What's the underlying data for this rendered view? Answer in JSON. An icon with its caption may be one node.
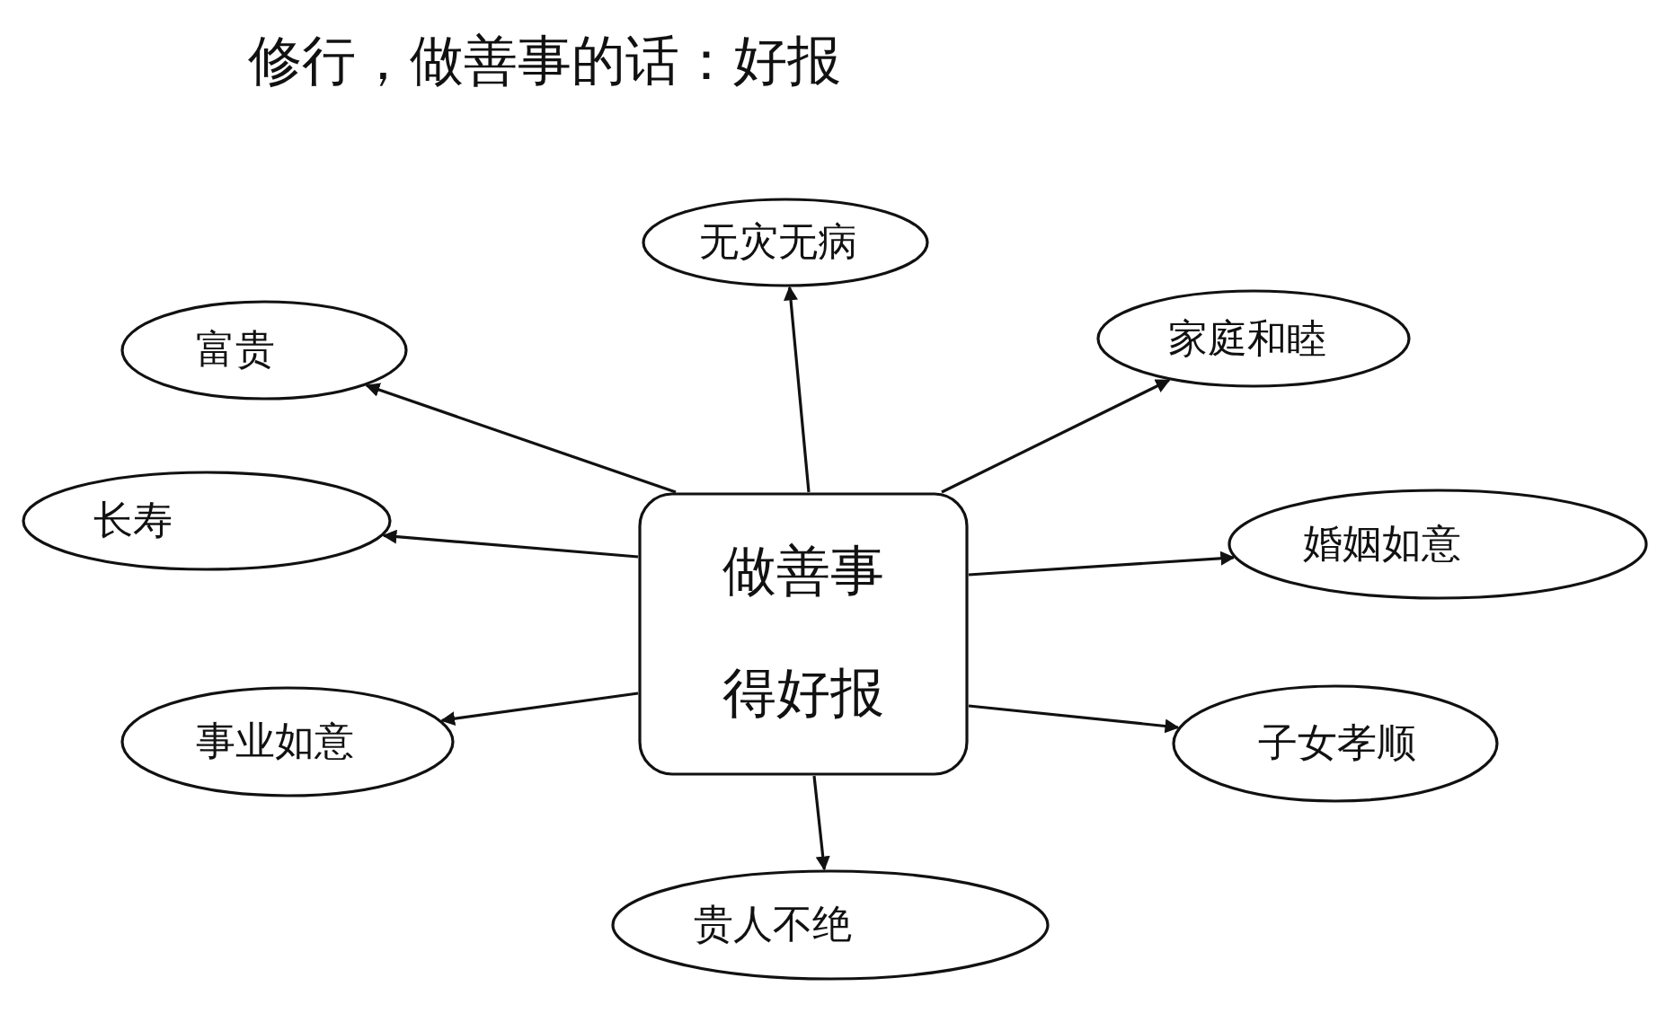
{
  "diagram": {
    "title": "修行，做善事的话：好报",
    "nodes": [
      {
        "text": [
          "做善事得好报"
        ]
      },
      {
        "text": [
          "无灾无病"
        ]
      },
      {
        "text": [
          "富贵"
        ]
      },
      {
        "text": [
          "家庭和睦"
        ]
      },
      {
        "text": [
          "长寿"
        ]
      },
      {
        "text": [
          "婚姻如意"
        ]
      },
      {
        "text": [
          "事业如意"
        ]
      },
      {
        "text": [
          "子女孝顺"
        ]
      },
      {
        "text": [
          "贵人不绝"
        ]
      }
    ],
    "edges": [
      {
        "from": 0,
        "to": 1,
        "arrow": "to"
      },
      {
        "from": 0,
        "to": 2,
        "arrow": "to"
      },
      {
        "from": 0,
        "to": 3,
        "arrow": "to"
      },
      {
        "from": 0,
        "to": 4,
        "arrow": "to"
      },
      {
        "from": 0,
        "to": 5,
        "arrow": "to"
      },
      {
        "from": 0,
        "to": 6,
        "arrow": "to"
      },
      {
        "from": 0,
        "to": 7,
        "arrow": "to"
      },
      {
        "from": 0,
        "to": 8,
        "arrow": "to"
      }
    ]
  }
}
